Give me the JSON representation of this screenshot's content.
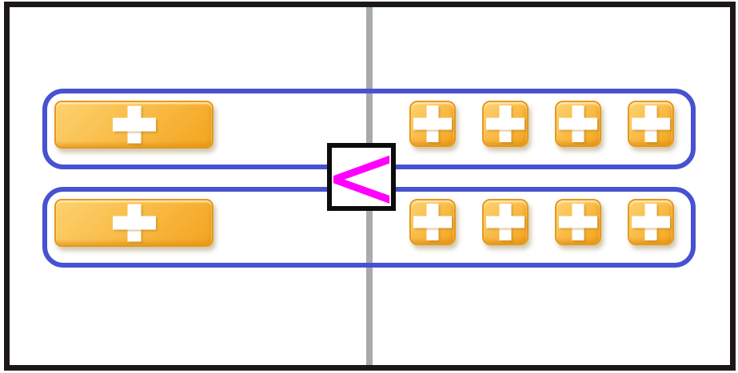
{
  "board": {
    "background": "#ffffff",
    "frame_color": "#1c1819",
    "divider_color": "#a8aaad"
  },
  "comparison": {
    "operator": "<",
    "operator_color": "#ff00ff",
    "box_border_color": "#0c0c0c",
    "box_fill": "#ffffff"
  },
  "accents": {
    "row_outline_blue": "#4652d1",
    "piece_orange_light": "#fcd26f",
    "piece_orange_mid": "#f9bc48",
    "piece_orange_dark": "#f3a41e",
    "piece_edge_orange": "#e8981a",
    "plus_white": "#ffffff"
  },
  "rows": [
    {
      "id": "top",
      "left_group": {
        "piece": "plus-bar",
        "count": 1
      },
      "right_group": {
        "piece": "plus-tile",
        "count": 4
      }
    },
    {
      "id": "bottom",
      "left_group": {
        "piece": "plus-bar",
        "count": 1
      },
      "right_group": {
        "piece": "plus-tile",
        "count": 4
      }
    }
  ],
  "icons": {
    "plus": "plus-icon",
    "operator": "less-than-icon"
  }
}
